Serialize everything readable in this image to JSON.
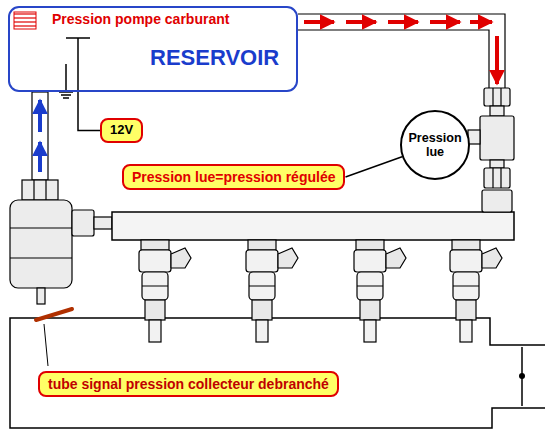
{
  "diagram": {
    "nodes": [
      {
        "text": [
          "Pression pompe carburant",
          "RESERVOIR"
        ]
      },
      {
        "text": [
          "12V"
        ]
      },
      {
        "text": [
          "Pression lue"
        ]
      },
      {
        "text": [
          "Pression lue=pression régulée"
        ]
      },
      {
        "text": [
          "tube signal pression collecteur debranché"
        ]
      }
    ],
    "edges": [
      {
        "from": 1,
        "to": 0,
        "arrow": "none"
      },
      {
        "from": 3,
        "to": 2,
        "arrow": "none"
      }
    ]
  }
}
